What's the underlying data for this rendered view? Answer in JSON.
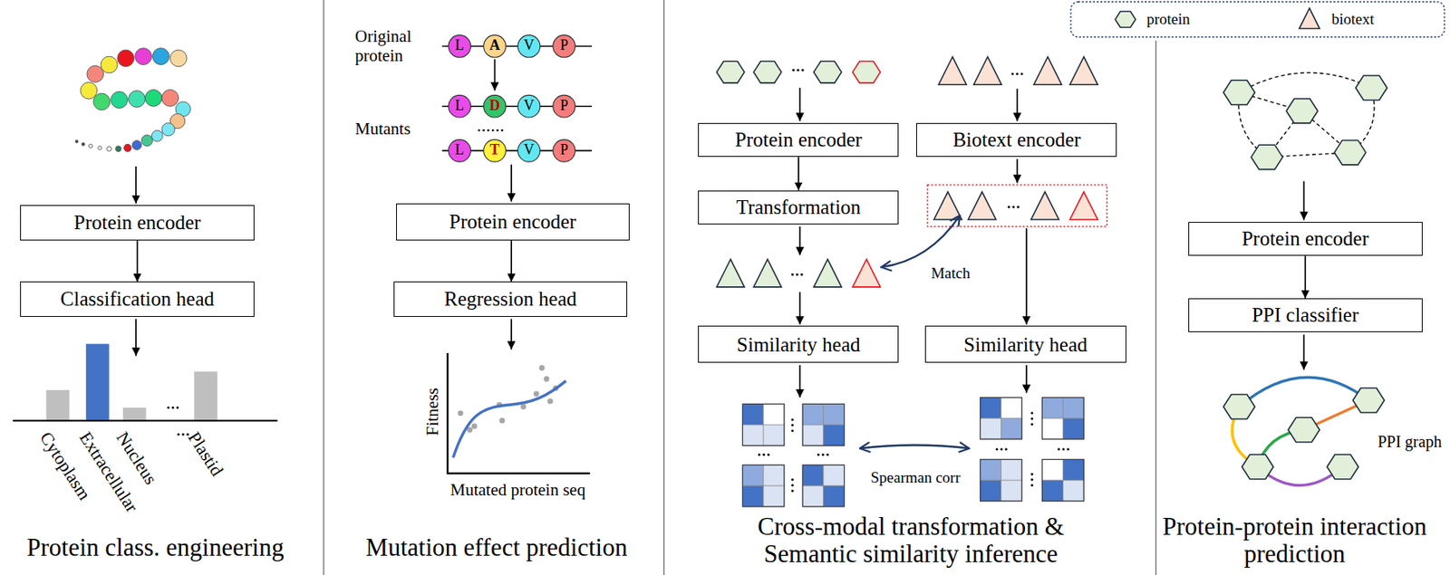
{
  "diagram": {
    "nodes": [
      {
        "text": [
          "Protein encoder"
        ]
      },
      {
        "text": [
          "Classification head"
        ]
      },
      {
        "text": [
          "Protein encoder"
        ]
      },
      {
        "text": [
          "Regression head"
        ]
      },
      {
        "text": [
          "Protein encoder"
        ]
      },
      {
        "text": [
          "Biotext encoder"
        ]
      },
      {
        "text": [
          "Transformation"
        ]
      },
      {
        "text": [
          "Similarity head"
        ]
      },
      {
        "text": [
          "Similarity head"
        ]
      },
      {
        "text": [
          "Protein encoder"
        ]
      },
      {
        "text": [
          "PPI classifier"
        ]
      }
    ],
    "edges": [
      {
        "from": 0,
        "to": 1,
        "arrow": "to"
      },
      {
        "from": 2,
        "to": 3,
        "arrow": "to"
      },
      {
        "from": 4,
        "to": 6,
        "arrow": "to"
      },
      {
        "from": 9,
        "to": 10,
        "arrow": "to"
      }
    ],
    "labels": [
      "Cytoplasm",
      "Extracellular",
      "Nucleus",
      "Plastid",
      "Protein class. engineering",
      "Original protein",
      "Mutants",
      "L",
      "A",
      "V",
      "P",
      "L",
      "D",
      "V",
      "P",
      "L",
      "T",
      "V",
      "P",
      "Fitness",
      "Mutated protein seq",
      "Mutation effect prediction",
      "Match",
      "Spearman corr",
      "Cross-modal transformation & Semantic similarity inference",
      "PPI graph",
      "Protein-protein interaction prediction"
    ],
    "legend": [
      {
        "text": "protein"
      },
      {
        "text": "biotext"
      }
    ]
  }
}
